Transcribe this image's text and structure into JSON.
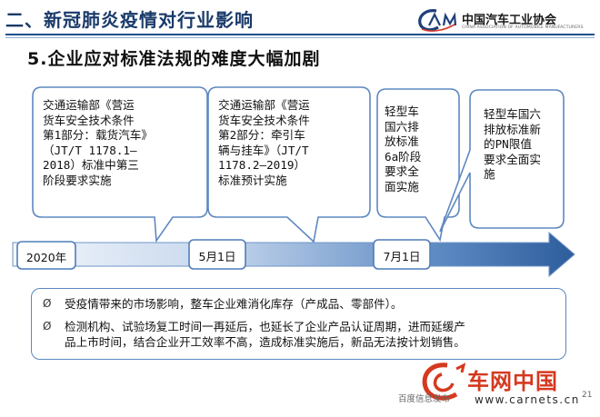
{
  "header": {
    "title": "二、新冠肺炎疫情对行业影响",
    "logo": {
      "cn": "中国汽车工业协会",
      "en": "CHINA ASSOCIATION OF AUTOMOBILE MANUFACTURERS",
      "mark": "CAM"
    }
  },
  "subtitle": "5.企业应对标准法规的难度大幅加剧",
  "callouts": [
    {
      "text": "交通运输部《营运\n货车安全技术条件\n第1部分：载货汽车》\n（JT/T 1178.1—\n2018）标准中第三\n阶段要求实施"
    },
    {
      "text": "交通运输部《营运\n货车安全技术条件\n第2部分：牵引车\n辆与挂车》（JT/T\n1178.2—2019）\n标准预计实施"
    },
    {
      "text": "轻型车\n国六排\n放标准\n6a阶段\n要求全\n面实施"
    },
    {
      "text": "轻型车国六\n排放标准新\n的PN限值\n要求全面实\n施"
    }
  ],
  "timeline": {
    "labels": [
      "2020年",
      "5月1日",
      "7月1日"
    ]
  },
  "notes": [
    {
      "bullet": "Ø",
      "text": "受疫情带来的市场影响，整车企业难消化库存（产成品、零部件）。"
    },
    {
      "bullet": "Ø",
      "text": "检测机构、试验场复工时间一再延后，也延长了企业产品认证周期，进而延缓产\n品上市时间，结合企业开工效率不高，造成标准实施后，新品无法按计划销售。"
    }
  ],
  "watermark": {
    "cn": "车网中国",
    "url": "www.carnets.cn",
    "source": "百度信息发布",
    "page": "21"
  },
  "colors": {
    "title": "#1a3a6a",
    "rule": "#1e4f8f",
    "timeline_dark": "#2f5f9e",
    "timeline_light": "#dce7f4",
    "box_border": "#5a88c0",
    "watermark_red": "#d5391f"
  }
}
